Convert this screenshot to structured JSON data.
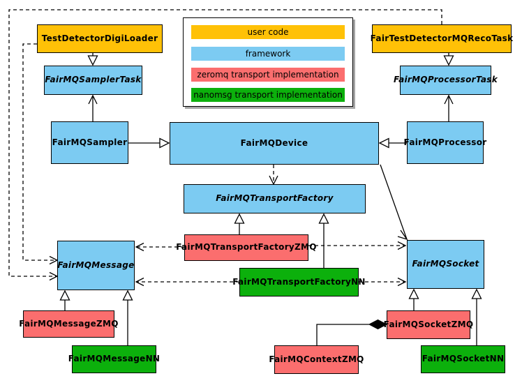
{
  "legend": {
    "items": [
      {
        "label": "user code",
        "color": "#FFC107"
      },
      {
        "label": "framework",
        "color": "#7CCBF2"
      },
      {
        "label": "zeromq transport implementation",
        "color": "#FB6E6E"
      },
      {
        "label": "nanomsg transport implementation",
        "color": "#0CB00C"
      }
    ]
  },
  "nodes": {
    "test_detector_digi_loader": {
      "label": "TestDetectorDigiLoader",
      "category": "user code",
      "abstract": false
    },
    "fair_test_detector_mq_reco_task": {
      "label": "FairTestDetectorMQRecoTask",
      "category": "user code",
      "abstract": false
    },
    "fair_mq_sampler_task": {
      "label": "FairMQSamplerTask",
      "category": "framework",
      "abstract": true
    },
    "fair_mq_processor_task": {
      "label": "FairMQProcessorTask",
      "category": "framework",
      "abstract": true
    },
    "fair_mq_sampler": {
      "label": "FairMQSampler",
      "category": "framework",
      "abstract": false
    },
    "fair_mq_device": {
      "label": "FairMQDevice",
      "category": "framework",
      "abstract": false
    },
    "fair_mq_processor": {
      "label": "FairMQProcessor",
      "category": "framework",
      "abstract": false
    },
    "fair_mq_transport_factory": {
      "label": "FairMQTransportFactory",
      "category": "framework",
      "abstract": true
    },
    "fair_mq_transport_factory_zmq": {
      "label": "FairMQTransportFactoryZMQ",
      "category": "zeromq",
      "abstract": false
    },
    "fair_mq_transport_factory_nn": {
      "label": "FairMQTransportFactoryNN",
      "category": "nanomsg",
      "abstract": false
    },
    "fair_mq_message": {
      "label": "FairMQMessage",
      "category": "framework",
      "abstract": true
    },
    "fair_mq_socket": {
      "label": "FairMQSocket",
      "category": "framework",
      "abstract": true
    },
    "fair_mq_message_zmq": {
      "label": "FairMQMessageZMQ",
      "category": "zeromq",
      "abstract": false
    },
    "fair_mq_message_nn": {
      "label": "FairMQMessageNN",
      "category": "nanomsg",
      "abstract": false
    },
    "fair_mq_socket_zmq": {
      "label": "FairMQSocketZMQ",
      "category": "zeromq",
      "abstract": false
    },
    "fair_mq_context_zmq": {
      "label": "FairMQContextZMQ",
      "category": "zeromq",
      "abstract": false
    },
    "fair_mq_socket_nn": {
      "label": "FairMQSocketNN",
      "category": "nanomsg",
      "abstract": false
    }
  },
  "relations": [
    {
      "from": "TestDetectorDigiLoader",
      "to": "FairMQSamplerTask",
      "type": "generalization",
      "line": "solid"
    },
    {
      "from": "FairTestDetectorMQRecoTask",
      "to": "FairMQProcessorTask",
      "type": "generalization",
      "line": "solid"
    },
    {
      "from": "FairMQSampler",
      "to": "FairMQSamplerTask",
      "type": "generalization",
      "line": "solid"
    },
    {
      "from": "FairMQProcessor",
      "to": "FairMQProcessorTask",
      "type": "generalization",
      "line": "solid"
    },
    {
      "from": "FairMQSampler",
      "to": "FairMQDevice",
      "type": "generalization",
      "line": "solid"
    },
    {
      "from": "FairMQProcessor",
      "to": "FairMQDevice",
      "type": "generalization",
      "line": "solid"
    },
    {
      "from": "FairMQDevice",
      "to": "FairMQTransportFactory",
      "type": "dependency",
      "line": "dashed"
    },
    {
      "from": "FairMQDevice",
      "to": "FairMQSocket",
      "type": "association",
      "line": "solid"
    },
    {
      "from": "TestDetectorDigiLoader",
      "to": "FairMQMessage",
      "type": "dependency",
      "line": "dashed"
    },
    {
      "from": "FairTestDetectorMQRecoTask",
      "to": "FairMQMessage",
      "type": "dependency",
      "line": "dashed"
    },
    {
      "from": "FairMQTransportFactoryZMQ",
      "to": "FairMQTransportFactory",
      "type": "generalization",
      "line": "solid"
    },
    {
      "from": "FairMQTransportFactoryNN",
      "to": "FairMQTransportFactory",
      "type": "generalization",
      "line": "solid"
    },
    {
      "from": "FairMQTransportFactoryZMQ",
      "to": "FairMQMessage",
      "type": "dependency",
      "line": "dashed"
    },
    {
      "from": "FairMQTransportFactoryZMQ",
      "to": "FairMQSocket",
      "type": "dependency",
      "line": "dashed"
    },
    {
      "from": "FairMQTransportFactoryNN",
      "to": "FairMQMessage",
      "type": "dependency",
      "line": "dashed"
    },
    {
      "from": "FairMQTransportFactoryNN",
      "to": "FairMQSocket",
      "type": "dependency",
      "line": "dashed"
    },
    {
      "from": "FairMQMessageZMQ",
      "to": "FairMQMessage",
      "type": "generalization",
      "line": "solid"
    },
    {
      "from": "FairMQMessageNN",
      "to": "FairMQMessage",
      "type": "generalization",
      "line": "solid"
    },
    {
      "from": "FairMQSocketZMQ",
      "to": "FairMQSocket",
      "type": "generalization",
      "line": "solid"
    },
    {
      "from": "FairMQSocketNN",
      "to": "FairMQSocket",
      "type": "generalization",
      "line": "solid"
    },
    {
      "from": "FairMQContextZMQ",
      "to": "FairMQSocketZMQ",
      "type": "composition",
      "line": "solid"
    }
  ]
}
